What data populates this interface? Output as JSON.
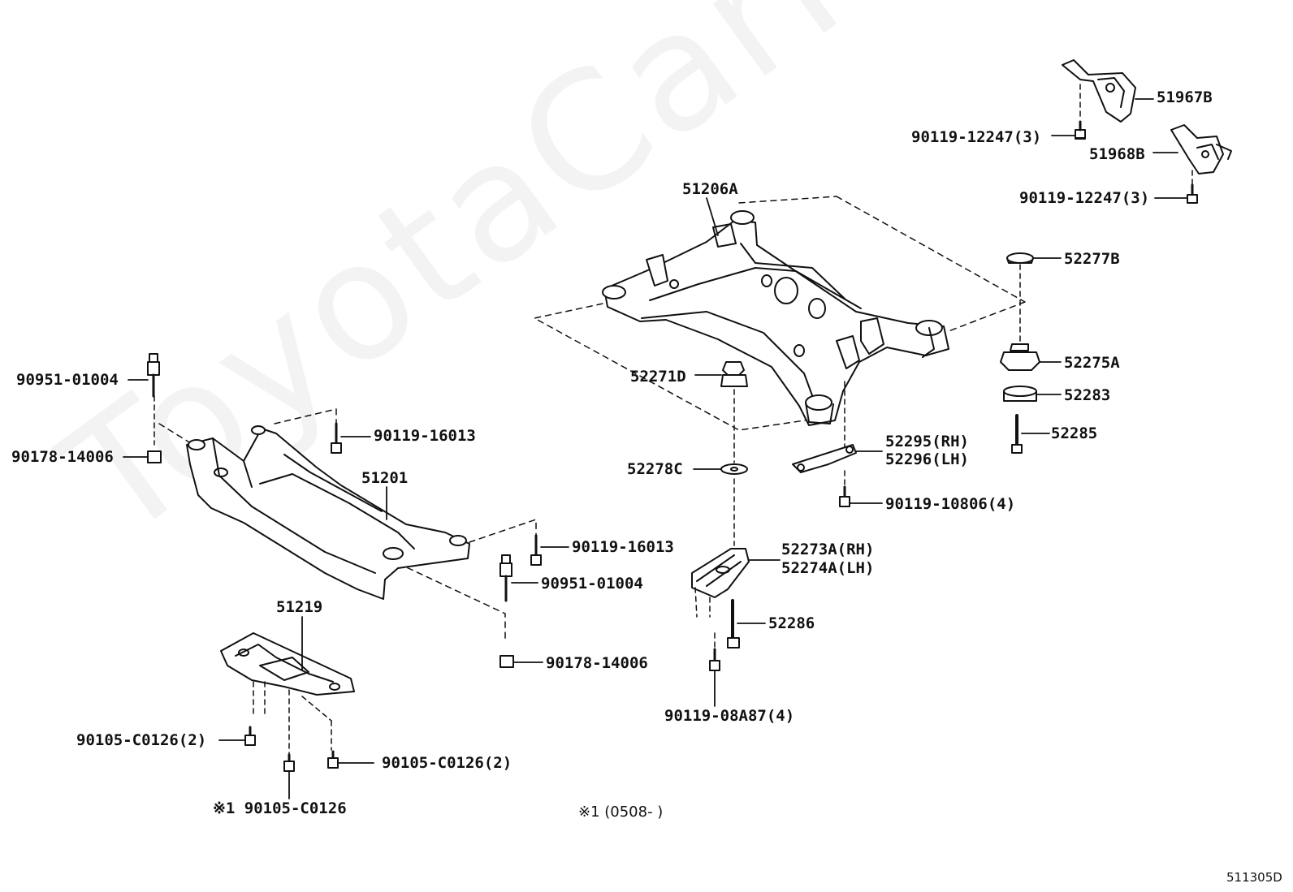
{
  "watermark": "ToyotaCarNine.ru",
  "diagram_code": "511305D",
  "footnote": "※1 (0508-        )",
  "labels": {
    "p51967B": "51967B",
    "p90119_12247_top": "90119-12247(3)",
    "p51968B": "51968B",
    "p90119_12247_bottom": "90119-12247(3)",
    "p51206A": "51206A",
    "p52277B": "52277B",
    "p52275A": "52275A",
    "p52283": "52283",
    "p52285": "52285",
    "p52271D": "52271D",
    "p52295": "52295(RH)",
    "p52296": "52296(LH)",
    "p52278C": "52278C",
    "p90119_10806": "90119-10806(4)",
    "p52273A": "52273A(RH)",
    "p52274A": "52274A(LH)",
    "p52286": "52286",
    "p90119_08A87": "90119-08A87(4)",
    "p90951_01004_left": "90951-01004",
    "p90178_14006_left": "90178-14006",
    "p90119_16013_upper": "90119-16013",
    "p51201": "51201",
    "p90119_16013_lower": "90119-16013",
    "p90951_01004_right": "90951-01004",
    "p90178_14006_right": "90178-14006",
    "p51219": "51219",
    "p90105_C0126_left": "90105-C0126(2)",
    "p90105_C0126_right": "90105-C0126(2)",
    "p90105_C0126_note": "※1 90105-C0126"
  }
}
